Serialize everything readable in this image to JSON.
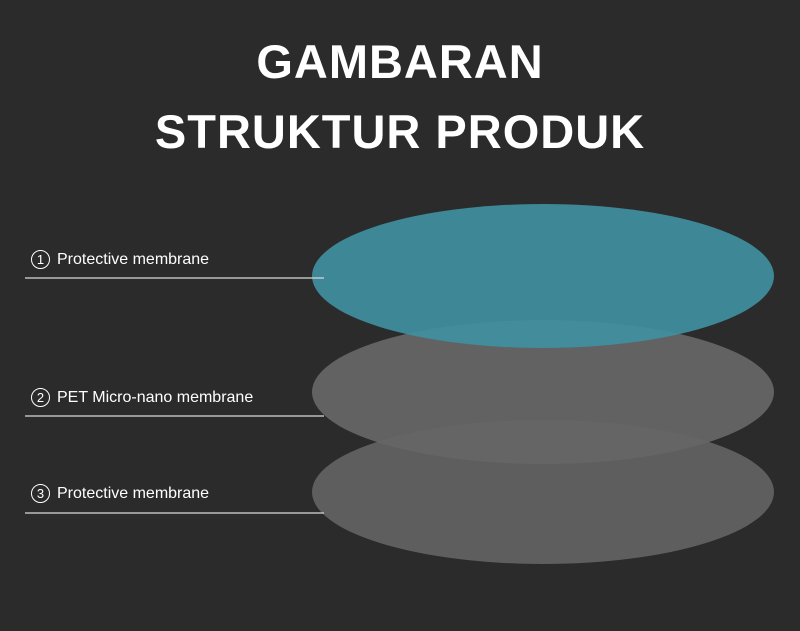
{
  "title": {
    "line1": "GAMBARAN",
    "line2": "STRUKTUR PRODUK"
  },
  "layers": [
    {
      "number": "1",
      "label": "Protective membrane",
      "color": "#3f8fa0"
    },
    {
      "number": "2",
      "label": "PET Micro-nano membrane",
      "color": "#6b6b6b"
    },
    {
      "number": "3",
      "label": "Protective membrane",
      "color": "#5e5e5e"
    }
  ]
}
